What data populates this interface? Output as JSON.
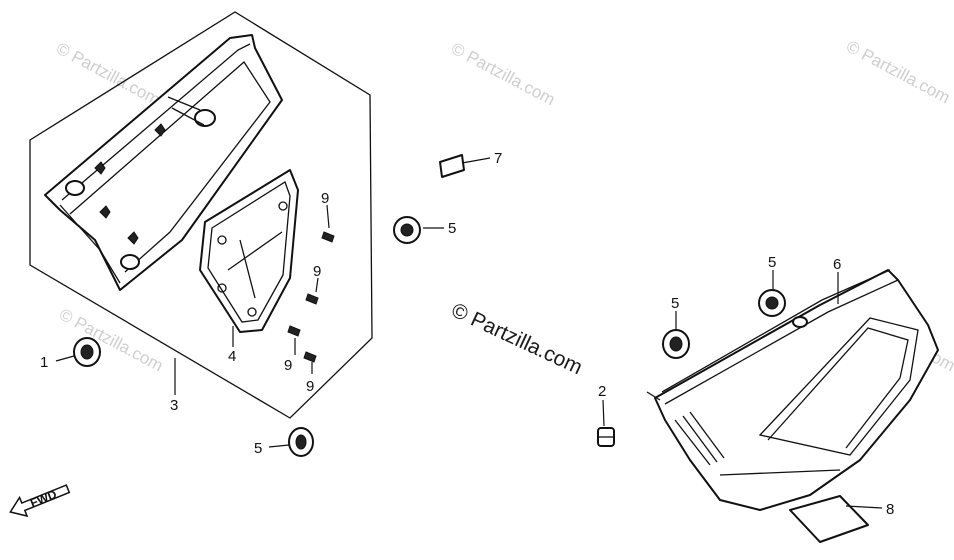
{
  "watermarks": {
    "main": "© Partzilla.com",
    "faint": "© Partzilla.com"
  },
  "direction_label": "FWD",
  "callouts": {
    "c1": "1",
    "c2": "2",
    "c3": "3",
    "c4": "4",
    "c5a": "5",
    "c5b": "5",
    "c5c": "5",
    "c5d": "5",
    "c6": "6",
    "c7": "7",
    "c8": "8",
    "c9a": "9",
    "c9b": "9",
    "c9c": "9",
    "c9d": "9"
  }
}
